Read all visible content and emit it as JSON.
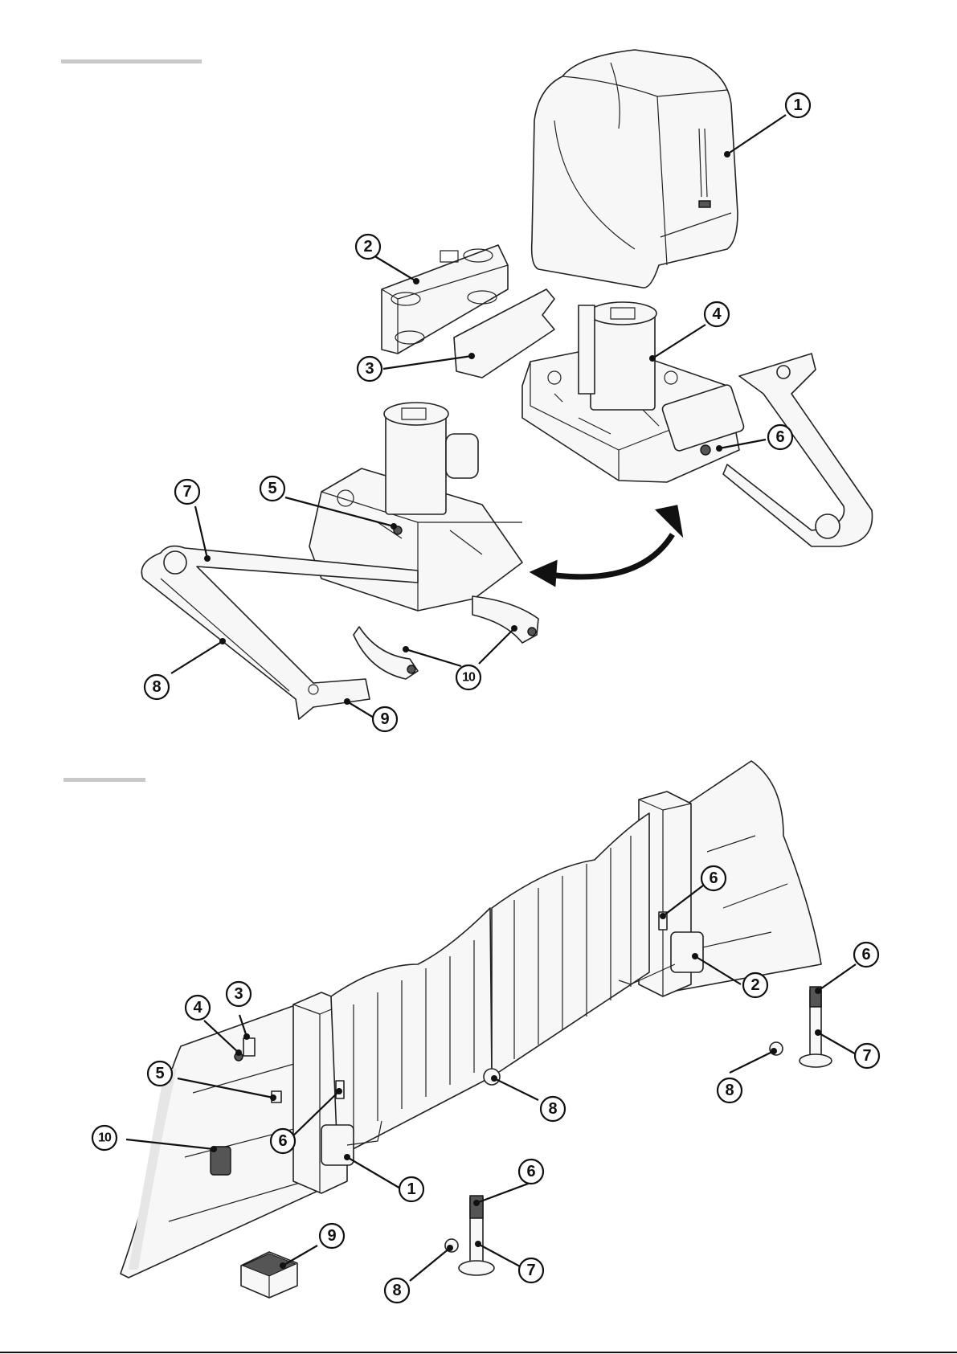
{
  "figure_1": {
    "callouts": [
      {
        "id": "f1-1",
        "label": "1"
      },
      {
        "id": "f1-2",
        "label": "2"
      },
      {
        "id": "f1-3",
        "label": "3"
      },
      {
        "id": "f1-4",
        "label": "4"
      },
      {
        "id": "f1-5",
        "label": "5"
      },
      {
        "id": "f1-6",
        "label": "6"
      },
      {
        "id": "f1-7",
        "label": "7"
      },
      {
        "id": "f1-8",
        "label": "8"
      },
      {
        "id": "f1-9",
        "label": "9"
      },
      {
        "id": "f1-10",
        "label": "10"
      }
    ]
  },
  "figure_2": {
    "callouts": [
      {
        "id": "f2-1",
        "label": "1"
      },
      {
        "id": "f2-2",
        "label": "2"
      },
      {
        "id": "f2-3",
        "label": "3"
      },
      {
        "id": "f2-4",
        "label": "4"
      },
      {
        "id": "f2-5",
        "label": "5"
      },
      {
        "id": "f2-6a",
        "label": "6"
      },
      {
        "id": "f2-6b",
        "label": "6"
      },
      {
        "id": "f2-6c",
        "label": "6"
      },
      {
        "id": "f2-6d",
        "label": "6"
      },
      {
        "id": "f2-7a",
        "label": "7"
      },
      {
        "id": "f2-7b",
        "label": "7"
      },
      {
        "id": "f2-8a",
        "label": "8"
      },
      {
        "id": "f2-8b",
        "label": "8"
      },
      {
        "id": "f2-8c",
        "label": "8"
      },
      {
        "id": "f2-9",
        "label": "9"
      },
      {
        "id": "f2-10",
        "label": "10"
      }
    ]
  }
}
